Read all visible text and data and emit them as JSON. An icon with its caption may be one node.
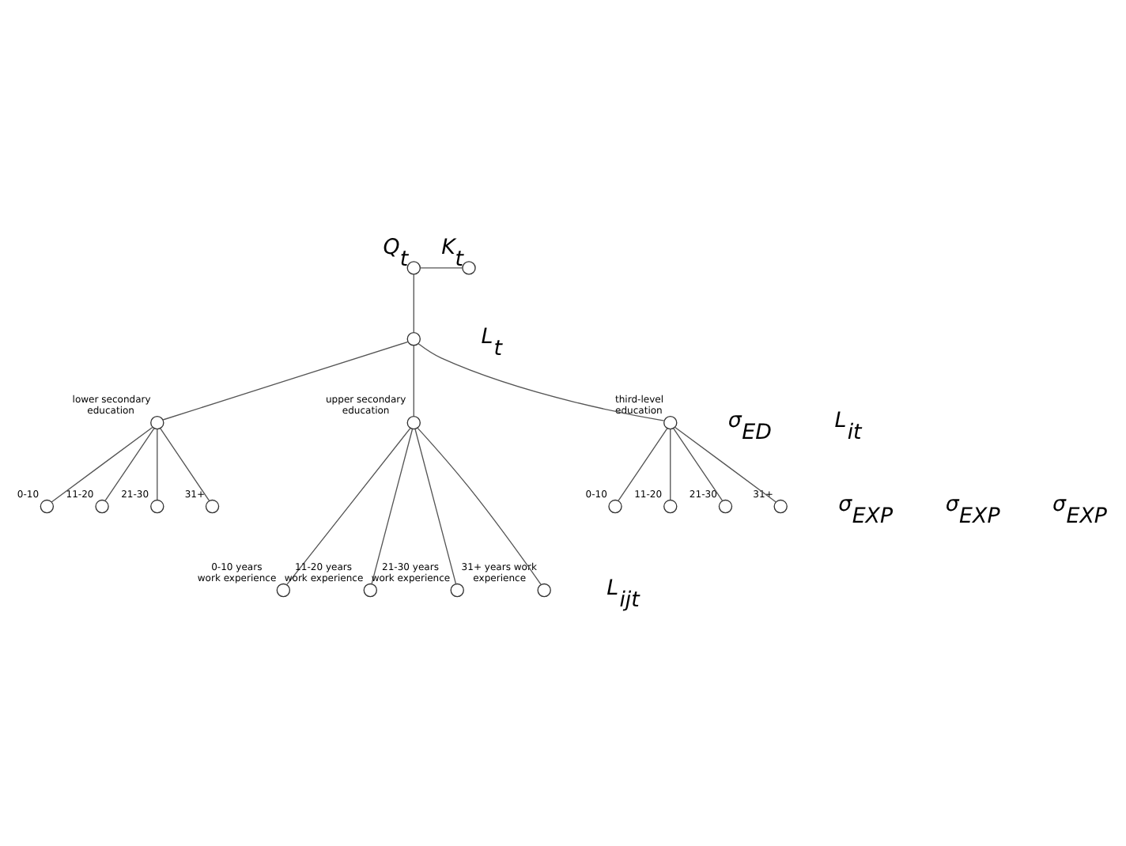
{
  "diagram": {
    "nodes": [
      {
        "text": [],
        "shape": "circle",
        "beside": [
          "Q$_{t}$"
        ]
      },
      {
        "text": [],
        "shape": "circle",
        "beside": [
          "K$_{t}$"
        ]
      },
      {
        "text": [],
        "shape": "circle"
      },
      {
        "text": [],
        "shape": "circle",
        "beside": [
          "lower secondary education"
        ]
      },
      {
        "text": [],
        "shape": "circle",
        "beside": [
          "upper secondary education"
        ]
      },
      {
        "text": [],
        "shape": "circle",
        "beside": [
          "third-level education"
        ]
      },
      {
        "text": [],
        "shape": "circle",
        "beside": [
          "0-10"
        ]
      },
      {
        "text": [],
        "shape": "circle",
        "beside": [
          "11-20"
        ]
      },
      {
        "text": [],
        "shape": "circle",
        "beside": [
          "21-30"
        ]
      },
      {
        "text": [],
        "shape": "circle",
        "beside": [
          "31+"
        ]
      },
      {
        "text": [],
        "shape": "circle",
        "beside": [
          "0-10"
        ]
      },
      {
        "text": [],
        "shape": "circle",
        "beside": [
          "11-20"
        ]
      },
      {
        "text": [],
        "shape": "circle",
        "beside": [
          "21-30"
        ]
      },
      {
        "text": [],
        "shape": "circle",
        "beside": [
          "31+"
        ]
      },
      {
        "text": [],
        "shape": "circle",
        "beside": [
          "0-10 years work experience"
        ]
      },
      {
        "text": [],
        "shape": "circle",
        "beside": [
          "11-20 years work experience"
        ]
      },
      {
        "text": [],
        "shape": "circle",
        "beside": [
          "21-30 years work experience"
        ]
      },
      {
        "text": [],
        "shape": "circle",
        "beside": [
          "31+ years work experience"
        ]
      }
    ],
    "edges": [
      {
        "from": 1,
        "to": 0,
        "arrow": "none"
      },
      {
        "from": 0,
        "to": 2,
        "arrow": "none"
      },
      {
        "from": 2,
        "to": 3,
        "arrow": "none"
      },
      {
        "from": 2,
        "to": 4,
        "arrow": "none"
      },
      {
        "from": 2,
        "to": 5,
        "arrow": "none"
      },
      {
        "from": 3,
        "to": 6,
        "arrow": "none"
      },
      {
        "from": 3,
        "to": 7,
        "arrow": "none"
      },
      {
        "from": 3,
        "to": 8,
        "arrow": "none"
      },
      {
        "from": 3,
        "to": 9,
        "arrow": "none"
      },
      {
        "from": 4,
        "to": 14,
        "arrow": "none"
      },
      {
        "from": 4,
        "to": 15,
        "arrow": "none"
      },
      {
        "from": 4,
        "to": 16,
        "arrow": "none"
      },
      {
        "from": 4,
        "to": 17,
        "arrow": "none"
      },
      {
        "from": 5,
        "to": 10,
        "arrow": "none"
      },
      {
        "from": 5,
        "to": 11,
        "arrow": "none"
      },
      {
        "from": 5,
        "to": 12,
        "arrow": "none"
      },
      {
        "from": 5,
        "to": 13,
        "arrow": "none"
      }
    ],
    "labels": [
      "L$_{t}$",
      "σ$_{ED}$",
      "L$_{it}$",
      "σ$_{EXP}$",
      "σ$_{EXP}$",
      "σ$_{EXP}$",
      "L$_{ijt}$"
    ]
  }
}
